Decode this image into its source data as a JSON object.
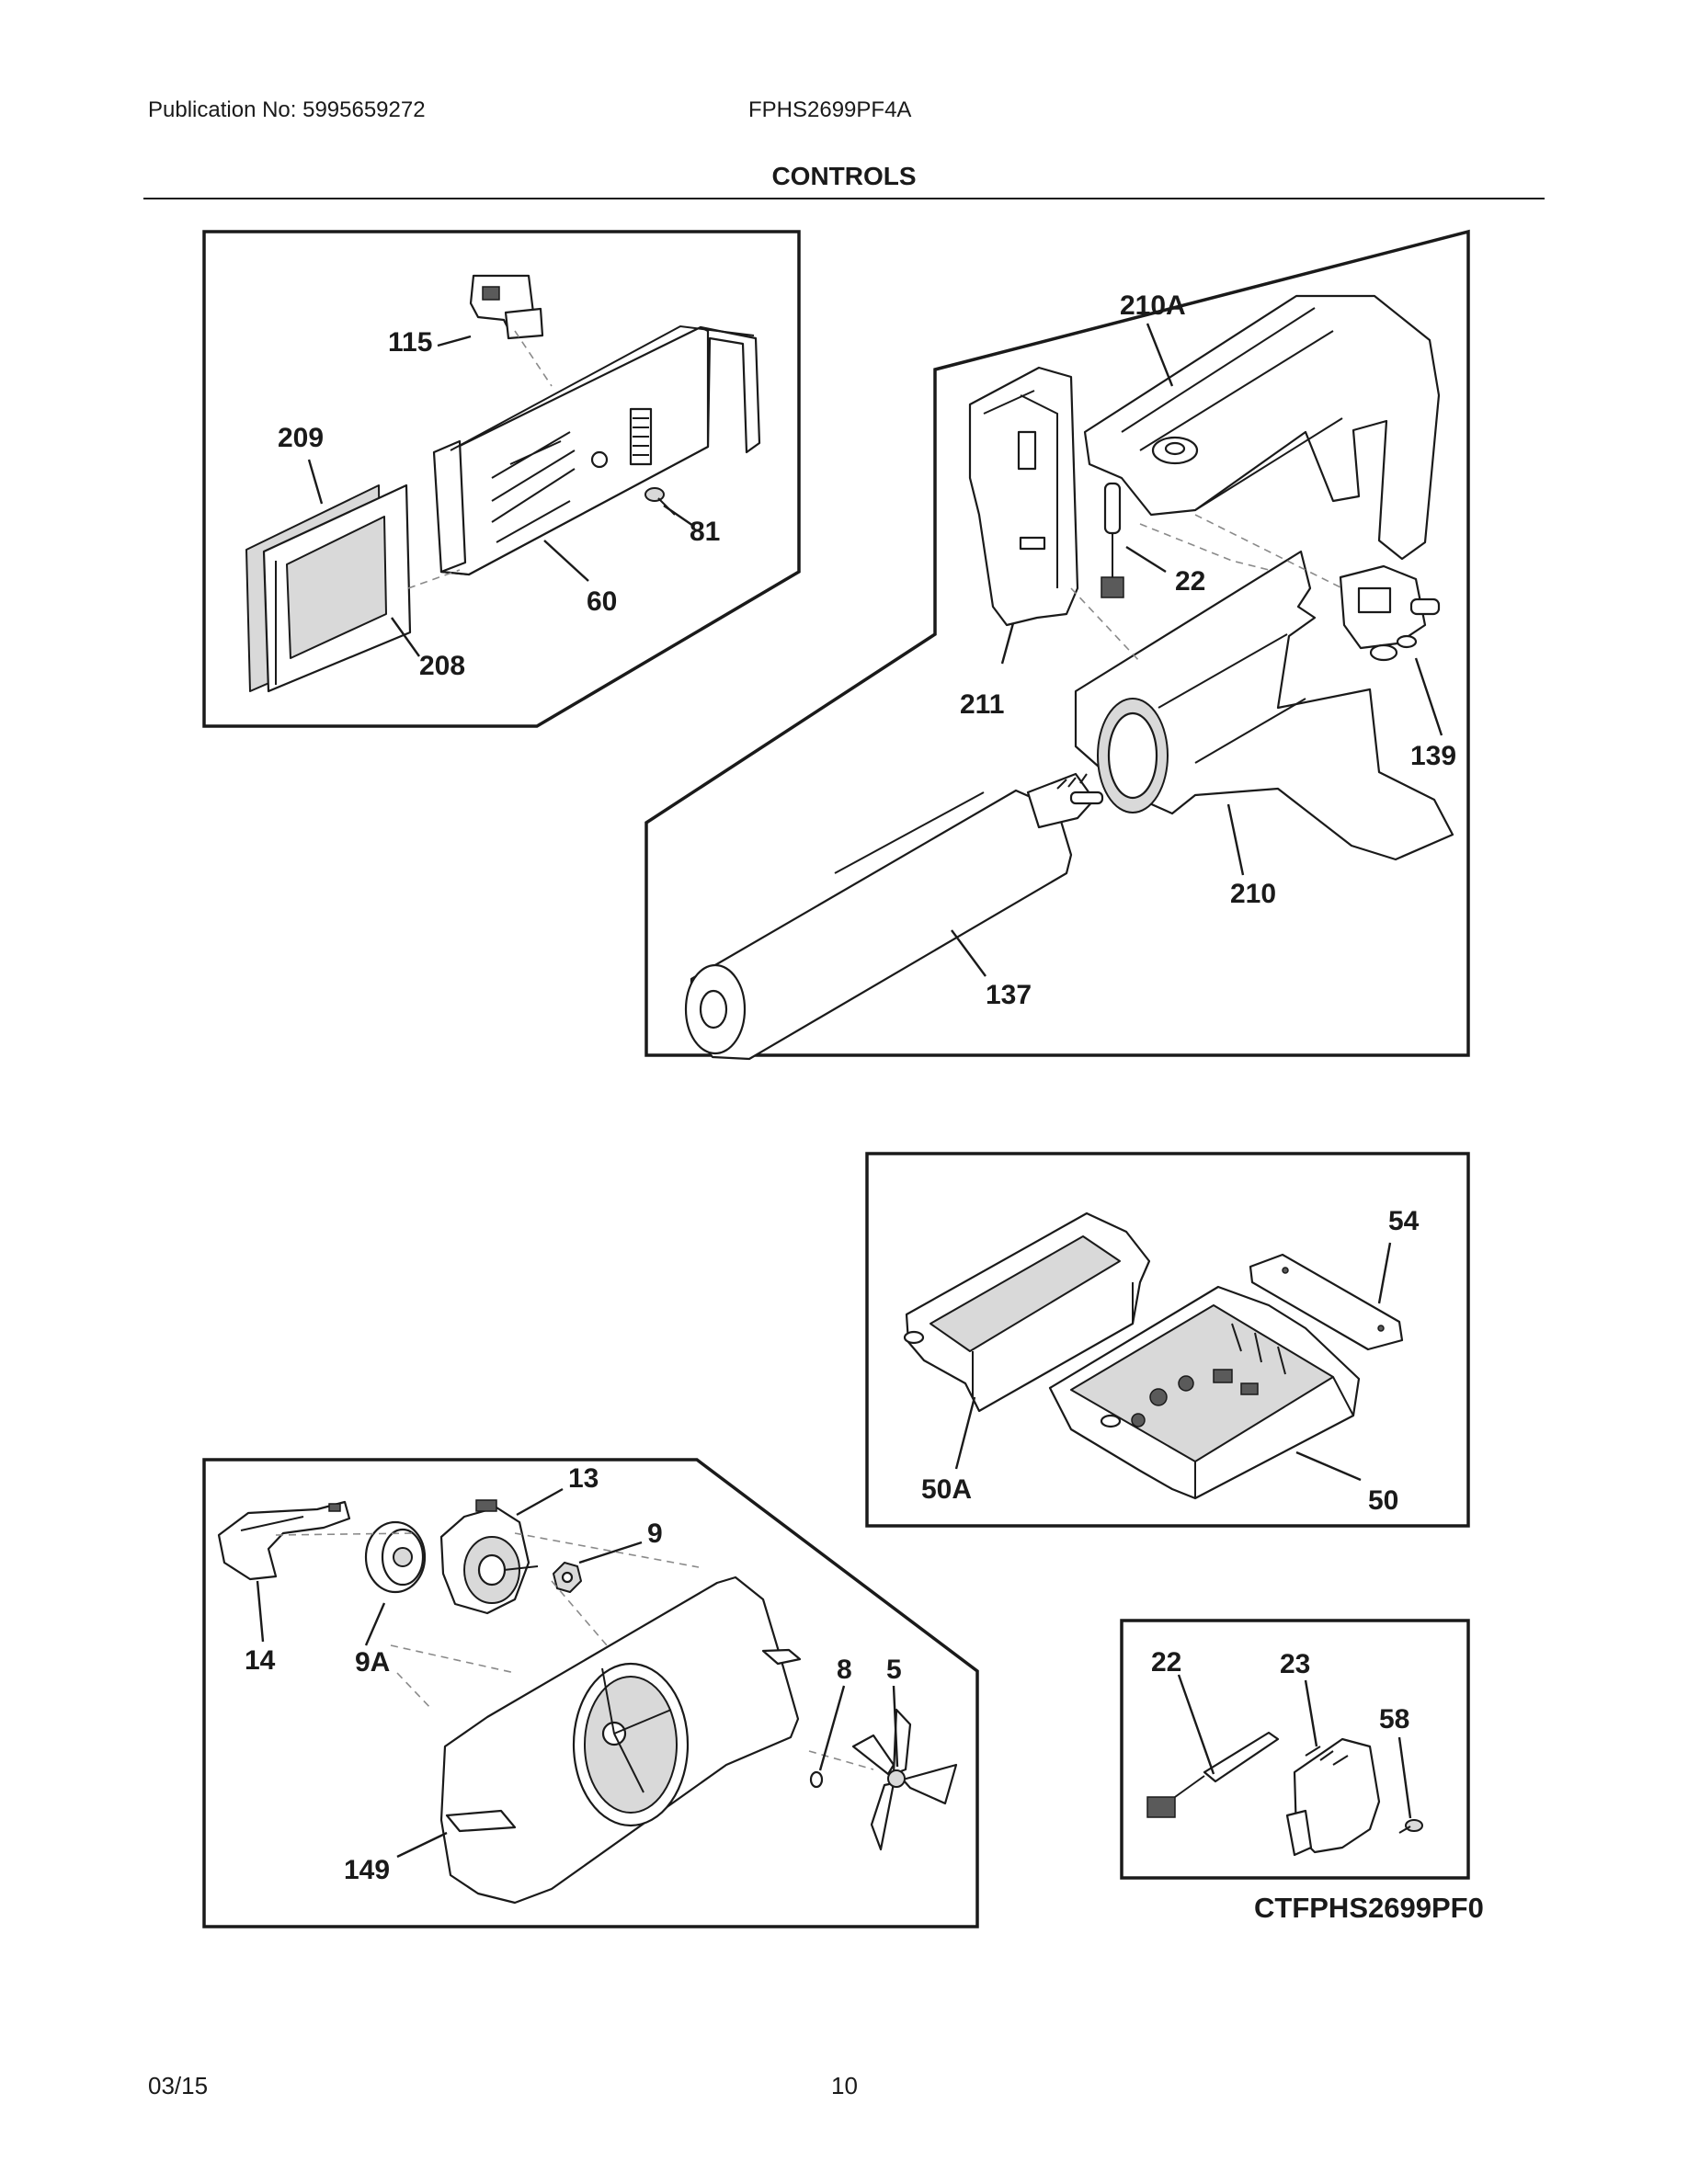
{
  "header": {
    "publication": "Publication No: 5995659272",
    "model": "FPHS2699PF4A",
    "section_title": "CONTROLS"
  },
  "callouts": {
    "c115": "115",
    "c209": "209",
    "c81": "81",
    "c60": "60",
    "c208": "208",
    "c210A": "210A",
    "c22a": "22",
    "c211": "211",
    "c139": "139",
    "c210": "210",
    "c137": "137",
    "c54": "54",
    "c50A": "50A",
    "c50": "50",
    "c13": "13",
    "c9": "9",
    "c14": "14",
    "c9A": "9A",
    "c8": "8",
    "c5": "5",
    "c149": "149",
    "c22b": "22",
    "c23": "23",
    "c58": "58"
  },
  "diagram_code": "CTFPHS2699PF0",
  "footer": {
    "date": "03/15",
    "page": "10"
  }
}
